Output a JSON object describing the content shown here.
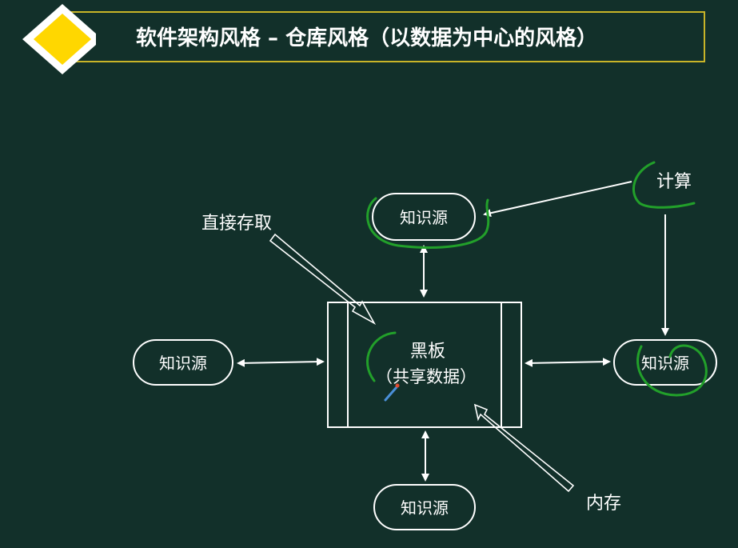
{
  "slide": {
    "title": "软件架构风格 – 仓库风格（以数据为中心的风格）",
    "accent_color": "#ffd700",
    "title_border_color": "#c8b428",
    "annotation_color": "#22a02a"
  },
  "diagram": {
    "blackboard": {
      "line1": "黑板",
      "line2": "（共享数据）"
    },
    "knowledge_sources": {
      "top": "知识源",
      "left": "知识源",
      "right": "知识源",
      "bottom": "知识源"
    },
    "labels": {
      "direct_access": "直接存取",
      "memory": "内存",
      "compute": "计算"
    }
  }
}
